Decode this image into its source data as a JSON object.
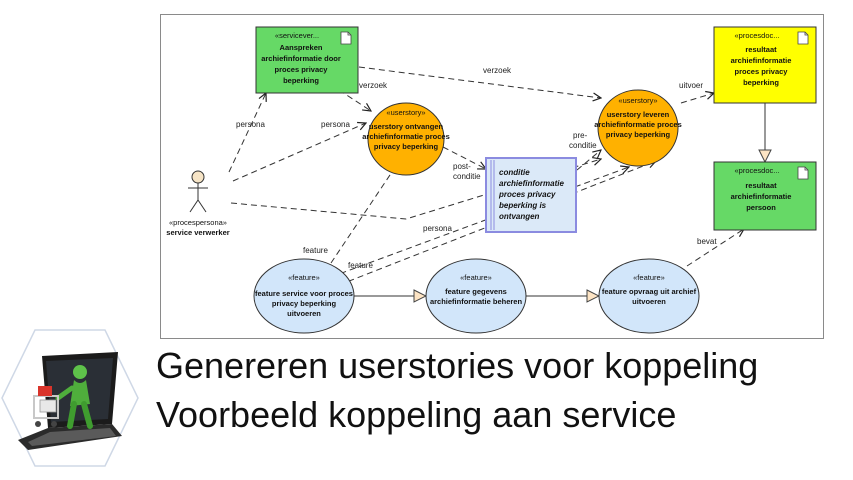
{
  "nodes": {
    "service_aanspreken": {
      "stereotype": "«servicever...",
      "lines": [
        "Aanspreken",
        "archiefinformatie door",
        "proces privacy",
        "beperking"
      ]
    },
    "us_ontvangen": {
      "stereotype": "«userstory»",
      "lines": [
        "userstory ontvangen",
        "archiefinformatie proces",
        "privacy beperking"
      ]
    },
    "us_leveren": {
      "stereotype": "«userstory»",
      "lines": [
        "userstory leveren",
        "archiefinformatie proces",
        "privacy beperking"
      ]
    },
    "resultaat_proces": {
      "stereotype": "«procesdoc...",
      "lines": [
        "resultaat",
        "archiefinformatie",
        "proces privacy",
        "beperking"
      ]
    },
    "resultaat_persoon": {
      "stereotype": "«procesdoc...",
      "lines": [
        "resultaat",
        "archiefinformatie",
        "persoon"
      ]
    },
    "conditie": {
      "lines": [
        "conditie",
        "archiefinformatie",
        "proces privacy",
        "beperking is",
        "ontvangen"
      ]
    },
    "actor": {
      "stereotype": "«procespersona»",
      "name": "service verwerker"
    },
    "feat_service": {
      "stereotype": "«feature»",
      "lines": [
        "feature service voor proces",
        "privacy beperking",
        "uitvoeren"
      ]
    },
    "feat_gegevens": {
      "stereotype": "«feature»",
      "lines": [
        "feature gegevens",
        "archiefinformatie beheren"
      ]
    },
    "feat_opvraag": {
      "stereotype": "«feature»",
      "lines": [
        "feature opvraag uit archief",
        "uitvoeren"
      ]
    }
  },
  "edge_labels": {
    "persona_1": "persona",
    "persona_2": "persona",
    "persona_3": "persona",
    "verzoek_1": "verzoek",
    "verzoek_2": "verzoek",
    "post": [
      "post-",
      "conditie"
    ],
    "pre": [
      "pre-",
      "conditie"
    ],
    "uitvoer": "uitvoer",
    "feature_1": "feature",
    "feature_2": "feature",
    "bevat": "bevat"
  },
  "slide": {
    "title_line1": "Genereren userstories voor koppeling",
    "title_line2": "Voorbeeld koppeling aan service"
  },
  "colors": {
    "green": "#66d966",
    "yellow": "#ffff00",
    "orange": "#ffb100",
    "feature_blue": "#d2e6fa",
    "conditie_fill": "#dbe9f8",
    "conditie_border": "#8b8be0"
  }
}
